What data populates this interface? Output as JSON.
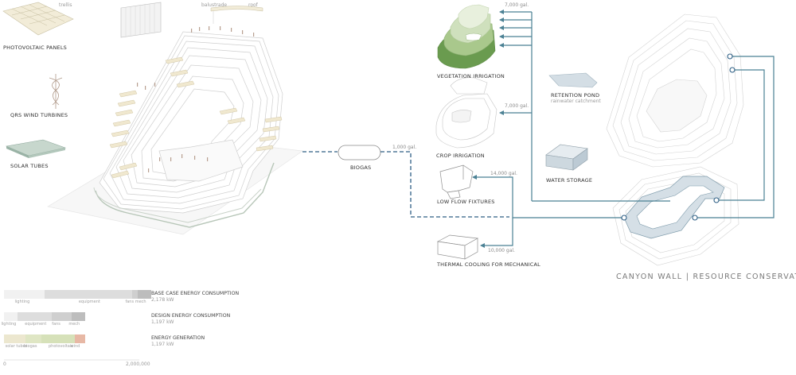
{
  "left_legend": {
    "trellis": "trellis",
    "balustrade": "balustrade",
    "roof": "roof",
    "pv": "PHOTOVOLTAIC PANELS",
    "wind": "QRS WIND TURBINES",
    "solar": "SOLAR TUBES"
  },
  "biogas": {
    "label": "BIOGAS",
    "gal": "1,000 gal."
  },
  "right_items": {
    "veg": {
      "label": "VEGETATION IRRIGATION",
      "gal": "7,000 gal."
    },
    "crop": {
      "label": "CROP IRRIGATION",
      "gal": "7,000 gal."
    },
    "low": {
      "label": "LOW FLOW FIXTURES",
      "gal": "14,000 gal."
    },
    "thermal": {
      "label": "THERMAL COOLING FOR MECHANICAL",
      "gal": "10,000 gal."
    },
    "pond": {
      "label": "RETENTION POND",
      "sub": "rainwater catchment"
    },
    "storage": {
      "label": "WATER STORAGE"
    }
  },
  "title": "CANYON WALL | RESOURCE CONSERVATION",
  "energy": {
    "scale_max": 2000000,
    "axis": {
      "min": "0",
      "max": "2,000,000"
    },
    "rows": [
      {
        "label": "BASE CASE ENERGY CONSUMPTION",
        "value": "2,178 kW",
        "segments": [
          {
            "name": "lighting",
            "value": 600000,
            "color": "#f1f1f1"
          },
          {
            "name": "equipment",
            "value": 1290000,
            "color": "#dddddd"
          },
          {
            "name": "fans",
            "value": 90000,
            "color": "#cfcfcf"
          },
          {
            "name": "mech",
            "value": 198000,
            "color": "#bdbdbd"
          }
        ]
      },
      {
        "label": "DESIGN ENERGY CONSUMPTION",
        "value": "1,197 kW",
        "segments": [
          {
            "name": "lighting",
            "value": 200000,
            "color": "#f1f1f1"
          },
          {
            "name": "equipment",
            "value": 500000,
            "color": "#dddddd"
          },
          {
            "name": "fans",
            "value": 300000,
            "color": "#cfcfcf"
          },
          {
            "name": "mech",
            "value": 197000,
            "color": "#bdbdbd"
          }
        ]
      },
      {
        "label": "ENERGY GENERATION",
        "value": "1,197 kW",
        "segments": [
          {
            "name": "solar tubes",
            "value": 320000,
            "color": "#ece7cf"
          },
          {
            "name": "biogas",
            "value": 230000,
            "color": "#dfe6c4"
          },
          {
            "name": "photovoltaic",
            "value": 500000,
            "color": "#d6e1b9"
          },
          {
            "name": "wind",
            "value": 147000,
            "color": "#e7b8a5"
          }
        ]
      }
    ]
  },
  "colors": {
    "water": "#4b8194",
    "fill": "#d5dfe6",
    "green": "#6a9b4f",
    "line": "#c9c9c9"
  }
}
